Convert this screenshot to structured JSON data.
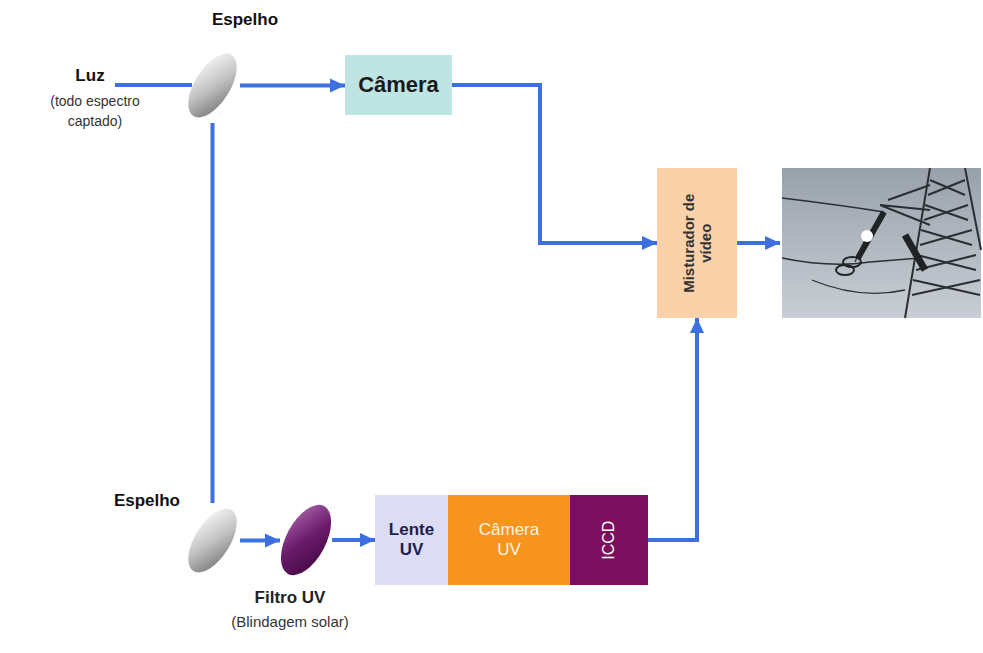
{
  "diagram": {
    "nodes": [
      {
        "text": [
          "Espelho"
        ]
      },
      {
        "text": [
          "Câmera"
        ]
      },
      {
        "text": [
          "Misturador de vídeo"
        ]
      },
      {
        "text": [
          "Espelho"
        ]
      },
      {
        "text": [
          "Filtro UV",
          "(Blindagem solar)"
        ]
      },
      {
        "text": [
          "Lente UV"
        ]
      },
      {
        "text": [
          "Câmera UV"
        ]
      },
      {
        "text": [
          "ICCD"
        ]
      }
    ],
    "edges": [
      {
        "from": 0,
        "to": 1,
        "arrow": "to"
      },
      {
        "from": 0,
        "to": 3,
        "arrow": "none"
      },
      {
        "from": 1,
        "to": 2,
        "arrow": "to"
      },
      {
        "from": 3,
        "to": 4,
        "arrow": "to"
      },
      {
        "from": 4,
        "to": 5,
        "arrow": "to"
      },
      {
        "from": 7,
        "to": 2,
        "arrow": "to"
      }
    ],
    "labels": [
      "Luz",
      "(todo espectro captado)"
    ]
  }
}
